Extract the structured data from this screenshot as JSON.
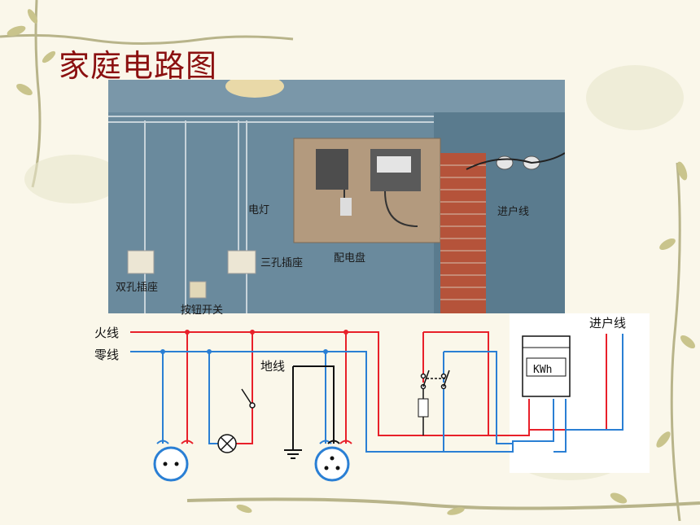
{
  "title": "家庭电路图",
  "photo_labels": {
    "lamp": "电灯",
    "incoming": "进户线",
    "three_hole": "三孔插座",
    "panel": "配电盘",
    "two_hole": "双孔插座",
    "switch": "按钮开关"
  },
  "circuit_labels": {
    "live": "火线",
    "neutral": "零线",
    "ground": "地线",
    "incoming": "进户线",
    "meter": "KWh"
  },
  "colors": {
    "title": "#8b1010",
    "live_wire": "#e8202a",
    "neutral_wire": "#2a7fd4",
    "ground_wire": "#111111",
    "wall": "#5f7f93",
    "brick": "#b5533a",
    "panel": "#b39a7e"
  }
}
